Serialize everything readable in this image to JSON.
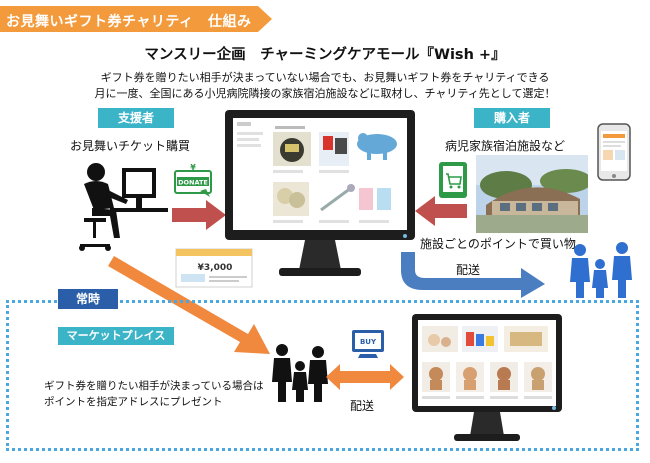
{
  "header": {
    "banner": "お見舞いギフト券チャリティ　仕組み",
    "title": "マンスリー企画　チャーミングケアモール『Wish +』",
    "desc_line1": "ギフト券を贈りたい相手が決まっていない場合でも、お見舞いギフト券をチャリティできる",
    "desc_line2": "月に一度、全国にある小児病院隣接の家族宿泊施設などに取材し、チャリティ先として選定！"
  },
  "left": {
    "tag": "支援者",
    "label": "お見舞いチケット購買",
    "donate_text": "DONATE",
    "yen_symbol": "¥",
    "ticket_amount": "¥3,000"
  },
  "right": {
    "tag": "購入者",
    "label": "病児家族宿泊施設など",
    "points_label": "施設ごとのポイントで買い物",
    "delivery_label": "配送"
  },
  "bottom": {
    "always_tag": "常時",
    "marketplace_tag": "マーケットプレイス",
    "desc_line1": "ギフト券を贈りたい相手が決まっている場合は",
    "desc_line2": "ポイントを指定アドレスにプレゼント",
    "delivery_label": "配送",
    "buy_text": "BUY"
  },
  "colors": {
    "banner": "#f39a3c",
    "tag_cyan": "#3cb4c8",
    "tag_blue": "#2b5ea8",
    "arrow_red": "#c0504d",
    "arrow_orange": "#f0883e",
    "arrow_blue": "#4a7ec0",
    "people_blue": "#2f6fd0",
    "dotted_frame": "#4aa8e0",
    "donate_green": "#2e9a48"
  }
}
